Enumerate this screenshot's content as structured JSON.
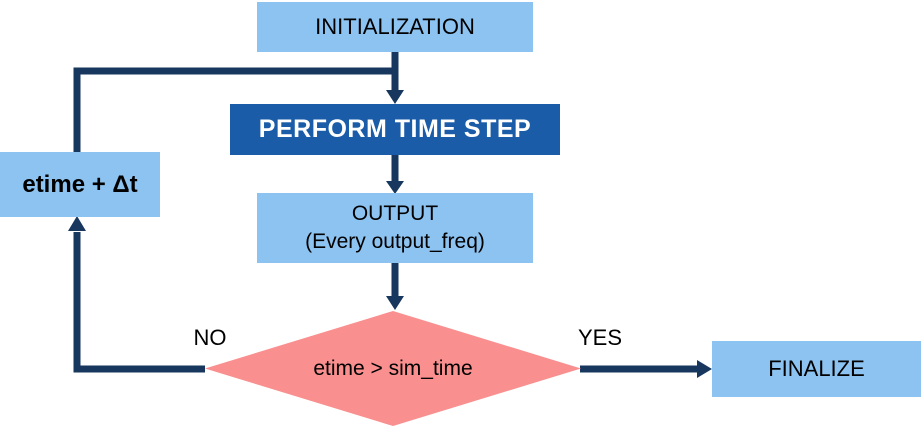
{
  "diagram": {
    "nodes": {
      "initialization": {
        "label": "INITIALIZATION"
      },
      "perform_time_step": {
        "label": "PERFORM TIME STEP"
      },
      "output": {
        "label": "OUTPUT",
        "sublabel": "(Every output_freq)"
      },
      "decision": {
        "label": "etime > sim_time"
      },
      "etime_increment": {
        "label": "etime + Δt"
      },
      "finalize": {
        "label": "FINALIZE"
      }
    },
    "branch_labels": {
      "no": "NO",
      "yes": "YES"
    }
  },
  "colors": {
    "light_blue": "#8DC3F1",
    "dark_blue": "#1A5CA8",
    "arrow_navy": "#17375E",
    "diamond_pink": "#F98F8F",
    "text_black": "#000000",
    "text_white": "#FFFFFF"
  }
}
